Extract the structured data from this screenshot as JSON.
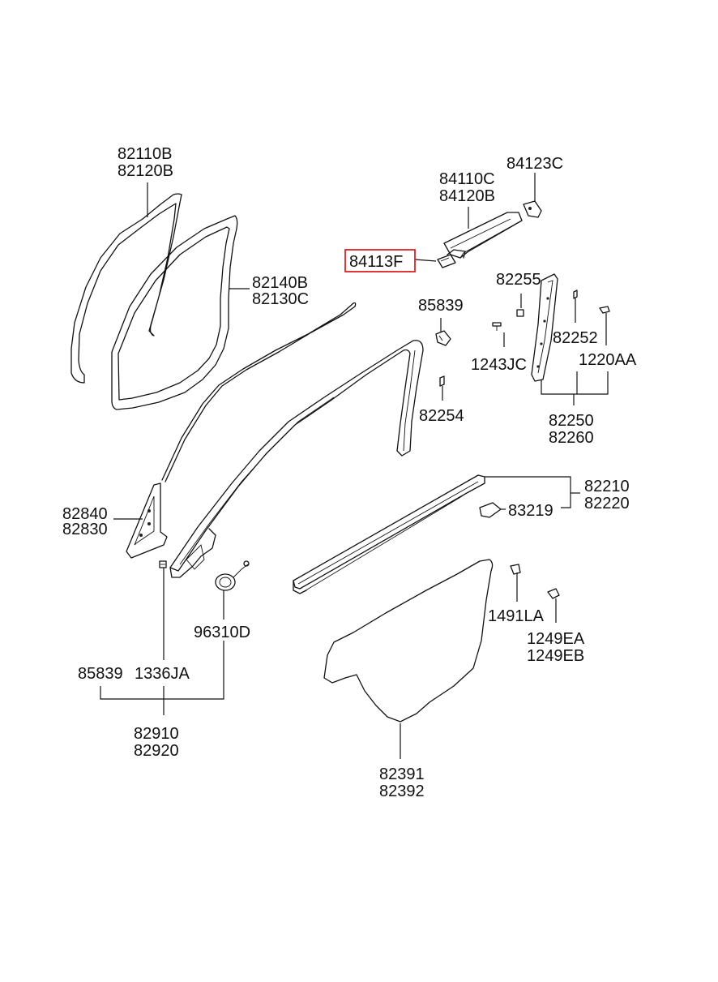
{
  "labels": {
    "door_seal_front": [
      "82110B",
      "82120B"
    ],
    "door_seal_rear": [
      "82140B",
      "82130C"
    ],
    "garnish_upper": [
      "84110C",
      "84120B"
    ],
    "garnish_cap": "84123C",
    "garnish_clip_highlighted": "84113F",
    "clip_85839_upper": "85839",
    "screw_1243jc": "1243JC",
    "clip_82254": "82254",
    "clip_82255": "82255",
    "clip_82252": "82252",
    "screw_1220aa": "1220AA",
    "pillar_garnish": [
      "82250",
      "82260"
    ],
    "belt_moulding": [
      "82210",
      "82220"
    ],
    "clip_83219": "83219",
    "delta_cover": [
      "82840",
      "82830"
    ],
    "clip_85839_lower": "85839",
    "clip_1336ja": "1336JA",
    "speaker_grille": "96310D",
    "sash_assembly": [
      "82910",
      "82920"
    ],
    "grommet_1491la": "1491LA",
    "bolt_1249e": [
      "1249EA",
      "1249EB"
    ],
    "door_film": [
      "82391",
      "82392"
    ]
  },
  "highlight_color": "#e02020",
  "line_color": "#111111"
}
